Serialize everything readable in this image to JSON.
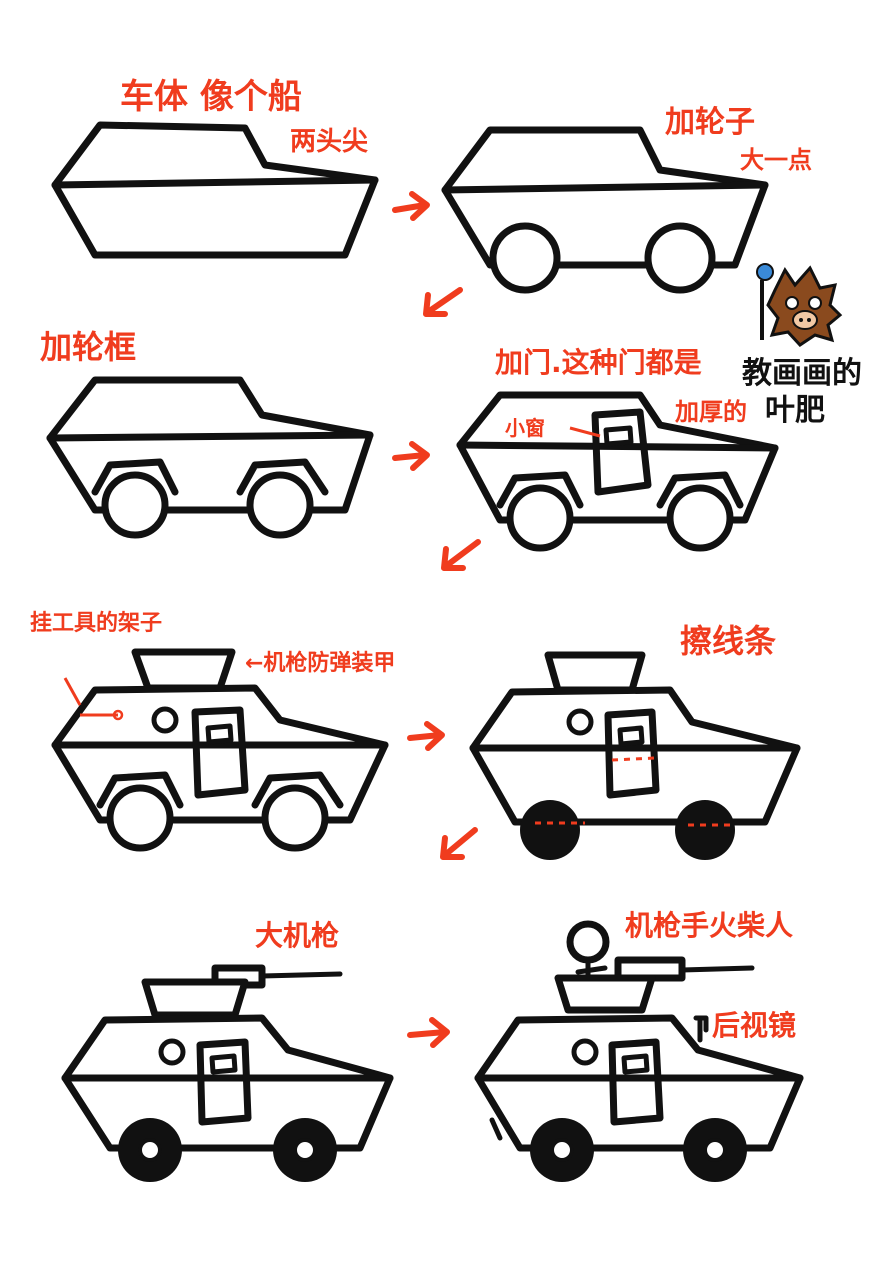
{
  "colors": {
    "ink": "#111111",
    "accent": "#f03c1e",
    "paper": "#ffffff",
    "boar_fur": "#8a4a1e"
  },
  "steps": [
    {
      "label": "车体 像个船",
      "note": "两头尖"
    },
    {
      "label": "加轮子",
      "note": "大一点"
    },
    {
      "label": "加轮框"
    },
    {
      "label": "加门.这种门都是",
      "note": "加厚的",
      "pointer": "小窗"
    },
    {
      "label_left": "挂工具的架子",
      "label_right": "←机枪防弹装甲"
    },
    {
      "label": "擦线条"
    },
    {
      "label": "大机枪"
    },
    {
      "label": "机枪手火柴人",
      "note": "后视镜"
    }
  ],
  "author": {
    "line1": "教画画的",
    "line2": "叶肥",
    "mascot_icon": "boar-mascot-icon"
  }
}
